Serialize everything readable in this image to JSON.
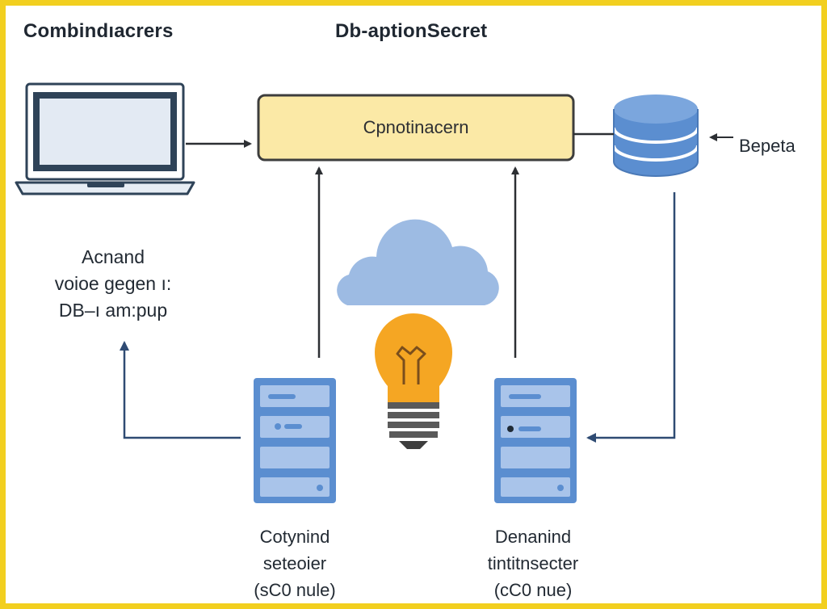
{
  "titles": {
    "left": "Combindıacrers",
    "center": "Db-aptionSecret"
  },
  "nodes": {
    "laptop": {
      "icon": "laptop-icon",
      "caption": [
        "Acnand",
        "voioe gegen ı:",
        "DB–ı am:pup"
      ]
    },
    "process_box": {
      "label": "Cpnotinacern",
      "fill": "#fbe9a6",
      "stroke": "#3d3d3d"
    },
    "database": {
      "icon": "database-icon",
      "label": "Bepeta",
      "color": "#5b8ed0"
    },
    "cloud": {
      "icon": "cloud-icon",
      "color": "#9dbbe3"
    },
    "lightbulb": {
      "icon": "lightbulb-icon",
      "color": "#f5a623"
    },
    "server_left": {
      "icon": "server-icon",
      "caption": [
        "Cotynind",
        "seteoier",
        "(sC0 nule)"
      ]
    },
    "server_right": {
      "icon": "server-icon",
      "caption": [
        "Denanind",
        "tintitnsecter",
        "(cC0 nue)"
      ]
    }
  },
  "colors": {
    "border": "#f2cf1f",
    "arrow_dark": "#2c2f33",
    "arrow_blue": "#2f4b73",
    "server_blue": "#5b8ed0"
  }
}
